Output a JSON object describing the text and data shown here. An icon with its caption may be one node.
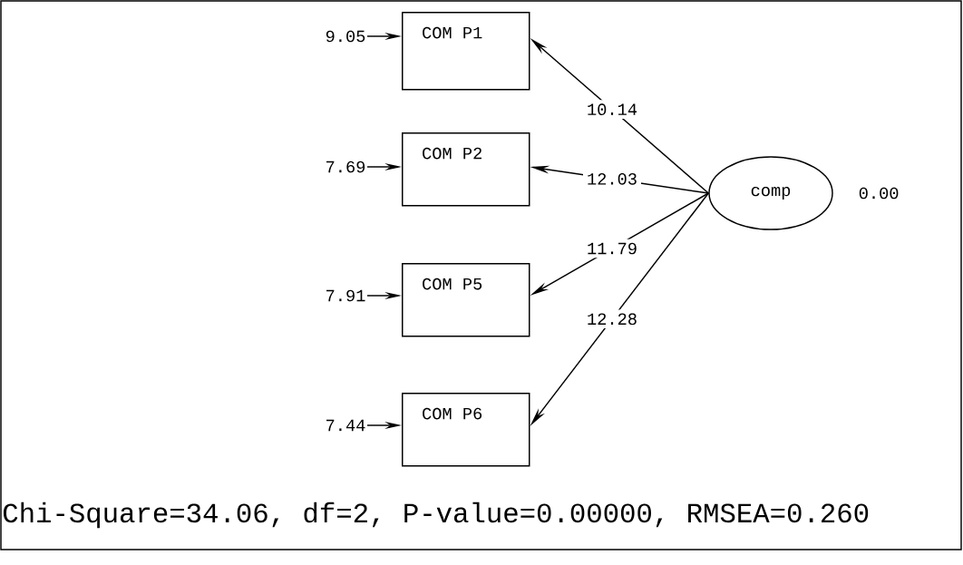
{
  "diagram": {
    "caption": "Chi-Square=34.06, df=2, P-value=0.00000, RMSEA=0.260",
    "nodes": [
      {
        "text": [
          "9.05"
        ]
      },
      {
        "text": [
          "COM P1"
        ]
      },
      {
        "text": [
          "7.69"
        ]
      },
      {
        "text": [
          "COM P2"
        ]
      },
      {
        "text": [
          "7.91"
        ]
      },
      {
        "text": [
          "COM P5"
        ]
      },
      {
        "text": [
          "7.44"
        ]
      },
      {
        "text": [
          "COM P6"
        ]
      },
      {
        "text": [
          "comp"
        ],
        "beside": [
          "0.00"
        ]
      }
    ],
    "edges": [
      {
        "from": 0,
        "to": 1,
        "arrow": "to"
      },
      {
        "from": 2,
        "to": 3,
        "arrow": "to"
      },
      {
        "from": 4,
        "to": 5,
        "arrow": "to"
      },
      {
        "from": 6,
        "to": 7,
        "arrow": "to"
      },
      {
        "from": 8,
        "to": 1,
        "arrow": "to",
        "label": "10.14"
      },
      {
        "from": 8,
        "to": 3,
        "arrow": "to",
        "label": "12.03"
      },
      {
        "from": 8,
        "to": 5,
        "arrow": "to",
        "label": "11.79"
      },
      {
        "from": 8,
        "to": 7,
        "arrow": "to",
        "label": "12.28"
      }
    ]
  }
}
